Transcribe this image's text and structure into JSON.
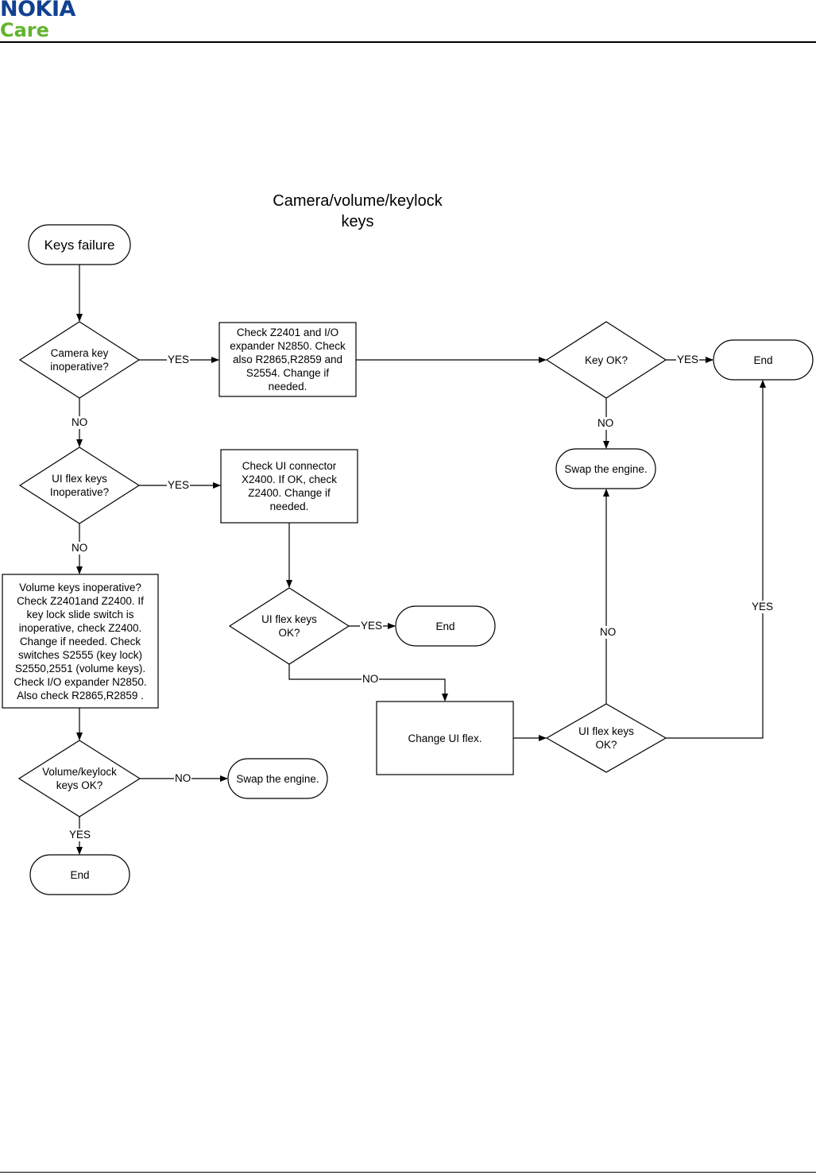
{
  "header": {
    "brand": "NOKIA",
    "sub_brand": "Care",
    "brand_color": "#124191",
    "sub_brand_color": "#63b32e"
  },
  "diagram": {
    "title": "Camera/volume/keylock\nkeys",
    "nodes": {
      "start": "Keys failure",
      "camera_q": "Camera key\ninoperative?",
      "check_z2401": "Check Z2401 and I/O\nexpander N2850. Check\nalso R2865,R2859 and\nS2554. Change if\nneeded.",
      "key_ok_q": "Key OK?",
      "end_top": "End",
      "swap_top": "Swap the engine.",
      "ui_flex_q": "UI flex keys\nInoperative?",
      "check_ui": "Check UI connector\nX2400. If OK, check\nZ2400. Change if\nneeded.",
      "ui_flex_ok_q1": "UI flex keys\nOK?",
      "end_mid": "End",
      "change_ui": "Change UI flex.",
      "ui_flex_ok_q2": "UI flex keys\nOK?",
      "volume_box": "Volume keys inoperative?\nCheck Z2401and Z2400. If\nkey lock slide switch is\ninoperative, check Z2400.\nChange if needed. Check\nswitches S2555 (key lock)\nS2550,2551 (volume keys).\nCheck I/O expander N2850.\nAlso check R2865,R2859 .",
      "vol_ok_q": "Volume/keylock\nkeys OK?",
      "swap_bottom": "Swap the engine.",
      "end_bottom": "End"
    },
    "edge_labels": {
      "camera_yes": "YES",
      "camera_no": "NO",
      "keyok_yes": "YES",
      "keyok_no": "NO",
      "uiflex_yes": "YES",
      "uiflex_no": "NO",
      "uiok1_yes": "YES",
      "uiok1_no": "NO",
      "uiok2_no": "NO",
      "uiok2_yes": "YES",
      "vol_no": "NO",
      "vol_yes": "YES"
    }
  }
}
